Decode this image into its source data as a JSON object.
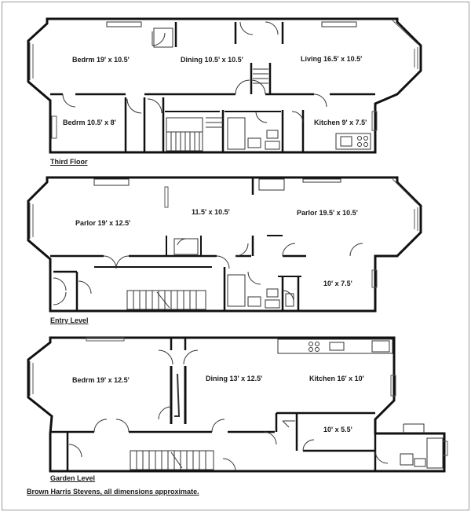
{
  "floors": {
    "third": {
      "name": "Third Floor",
      "rooms": {
        "bedrm1": "Bedrm 19' x 10.5'",
        "dining": "Dining 10.5' x 10.5'",
        "living": "Living 16.5' x 10.5'",
        "bedrm2": "Bedrm 10.5' x 8'",
        "kitchen": "Kitchen 9' x 7.5'"
      }
    },
    "entry": {
      "name": "Entry Level",
      "rooms": {
        "parlor1": "Parlor 19' x 12.5'",
        "middle": "11.5' x 10.5'",
        "parlor2": "Parlor 19.5' x 10.5'",
        "small": "10' x 7.5'"
      }
    },
    "garden": {
      "name": "Garden Level",
      "rooms": {
        "bedrm": "Bedrm 19' x 12.5'",
        "dining": "Dining 13' x 12.5'",
        "kitchen": "Kitchen 16' x 10'",
        "small": "10' x 5.5'"
      }
    }
  },
  "credit": "Brown Harris Stevens, all dimensions approximate."
}
